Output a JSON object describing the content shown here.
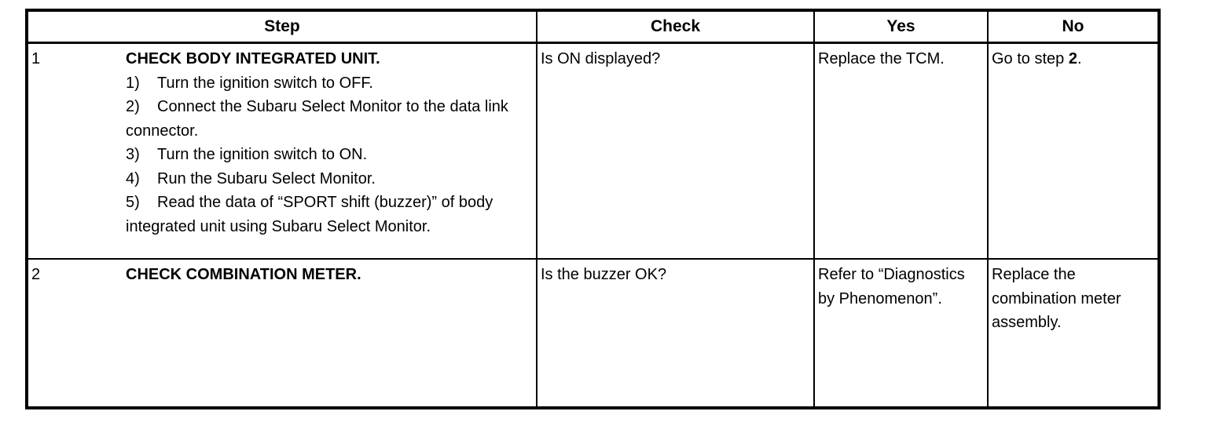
{
  "table": {
    "columns": [
      {
        "key": "step",
        "label": "Step"
      },
      {
        "key": "check",
        "label": "Check"
      },
      {
        "key": "yes",
        "label": "Yes"
      },
      {
        "key": "no",
        "label": "No"
      }
    ],
    "rows": [
      {
        "number": "1",
        "title": "CHECK BODY INTEGRATED UNIT.",
        "substeps": [
          {
            "marker": "1)",
            "text": "Turn the ignition switch to OFF."
          },
          {
            "marker": "2)",
            "text": "Connect the Subaru Select Monitor to the data link connector."
          },
          {
            "marker": "3)",
            "text": "Turn the ignition switch to ON."
          },
          {
            "marker": "4)",
            "text": "Run the Subaru Select Monitor."
          },
          {
            "marker": "5)",
            "text": "Read the data of “SPORT shift (buzzer)” of body integrated unit using Subaru Select Monitor."
          }
        ],
        "check": "Is ON displayed?",
        "yes": "Replace the TCM.",
        "no_prefix": "Go to step ",
        "no_bold": "2",
        "no_suffix": "."
      },
      {
        "number": "2",
        "title": "CHECK COMBINATION METER.",
        "substeps": [],
        "check": "Is the buzzer OK?",
        "yes": "Refer to “Diagnostics by Phenomenon”.",
        "no_prefix": "Replace the combination meter assembly.",
        "no_bold": "",
        "no_suffix": ""
      }
    ]
  },
  "colors": {
    "border": "#000000",
    "background": "#ffffff",
    "text": "#000000"
  }
}
